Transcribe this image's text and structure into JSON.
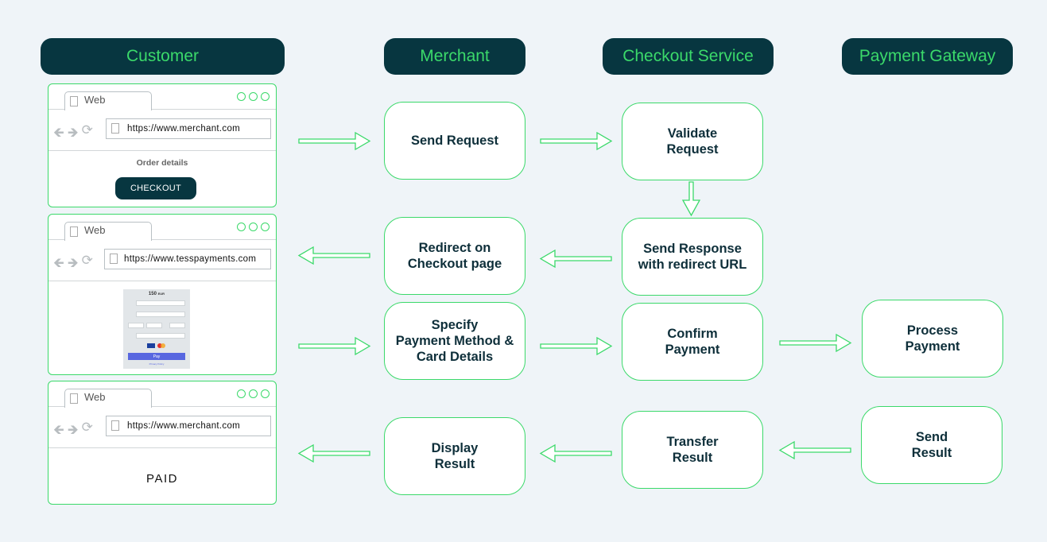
{
  "lanes": {
    "customer": "Customer",
    "merchant": "Merchant",
    "checkout_service": "Checkout Service",
    "payment_gateway": "Payment Gateway"
  },
  "steps": {
    "send_request": "Send Request",
    "validate_request": "Validate\nRequest",
    "send_response": "Send Response\nwith redirect URL",
    "redirect": "Redirect on\nCheckout page",
    "specify": "Specify\nPayment Method &\nCard Details",
    "confirm": "Confirm\nPayment",
    "process": "Process\nPayment",
    "send_result": "Send\nResult",
    "transfer": "Transfer\nResult",
    "display": "Display\nResult"
  },
  "browser": {
    "tab_label": "Web",
    "window1": {
      "url": "https://www.merchant.com",
      "order_details": "Order details",
      "checkout_button": "CHECKOUT"
    },
    "window2": {
      "url": "https://www.tesspayments.com",
      "amount": "150",
      "currency": "EUR",
      "pay_button": "Pay",
      "privacy": "Privacy Policy"
    },
    "window3": {
      "url": "https://www.merchant.com",
      "status": "PAID"
    }
  },
  "colors": {
    "accent": "#3bd96a",
    "dark": "#073640",
    "background": "#eff4f8"
  }
}
